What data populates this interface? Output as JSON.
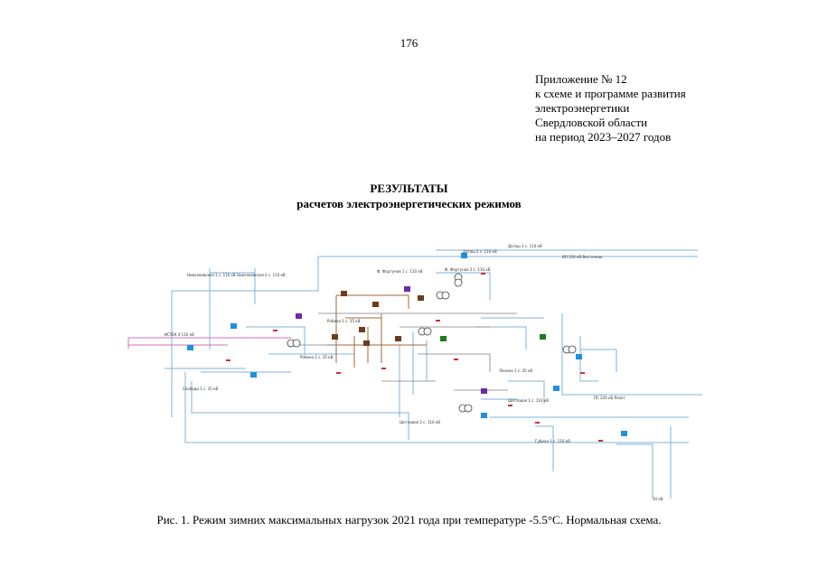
{
  "page_number": "176",
  "appendix": {
    "lines": [
      "Приложение № 12",
      "к схеме и программе развития",
      "электроэнергетики",
      "Свердловской области",
      "на период 2023–2027 годов"
    ]
  },
  "title": {
    "line1": "РЕЗУЛЬТАТЫ",
    "line2": "расчетов электроэнергетических режимов"
  },
  "diagram": {
    "labels": {
      "top_right": "Дагаш 1 с. 110 кВ",
      "dagash2": "Дагаш 2 с. 110 кВ",
      "nikol1": "Николаевская 1 с. 110 кВ",
      "nikol2": "Николаевская 2 с. 110 кВ",
      "fortuna1": "Ф. Фортуная 1 с. 110 кВ",
      "fortuna2": "Ф. Фортуная 2 с. 110 кВ",
      "vetka": "ИСТЕК 4 110 кВ",
      "robina1": "Робина 1 с. 35 кВ",
      "robina2": "Робина 2 с. 35 кВ",
      "sloboda": "Слобода 1 с. 35 кВ",
      "shegl": "Шегловая 1 с. 110 кВ",
      "shegl2": "Шегловая 2 с. 110 кВ",
      "gubina": "Губина 1 с. 110 кВ",
      "line_ps": "ПС 220 кВ Ясвет",
      "line_bottom": "ВЛ 110 кВ Восточная",
      "sub_block": "Ленина 1 с. 35 кВ",
      "bottom_kv": "10 кВ"
    }
  },
  "caption": "Рис. 1. Режим зимних максимальных нагрузок 2021 года при температуре -5.5°С. Нормальная схема."
}
